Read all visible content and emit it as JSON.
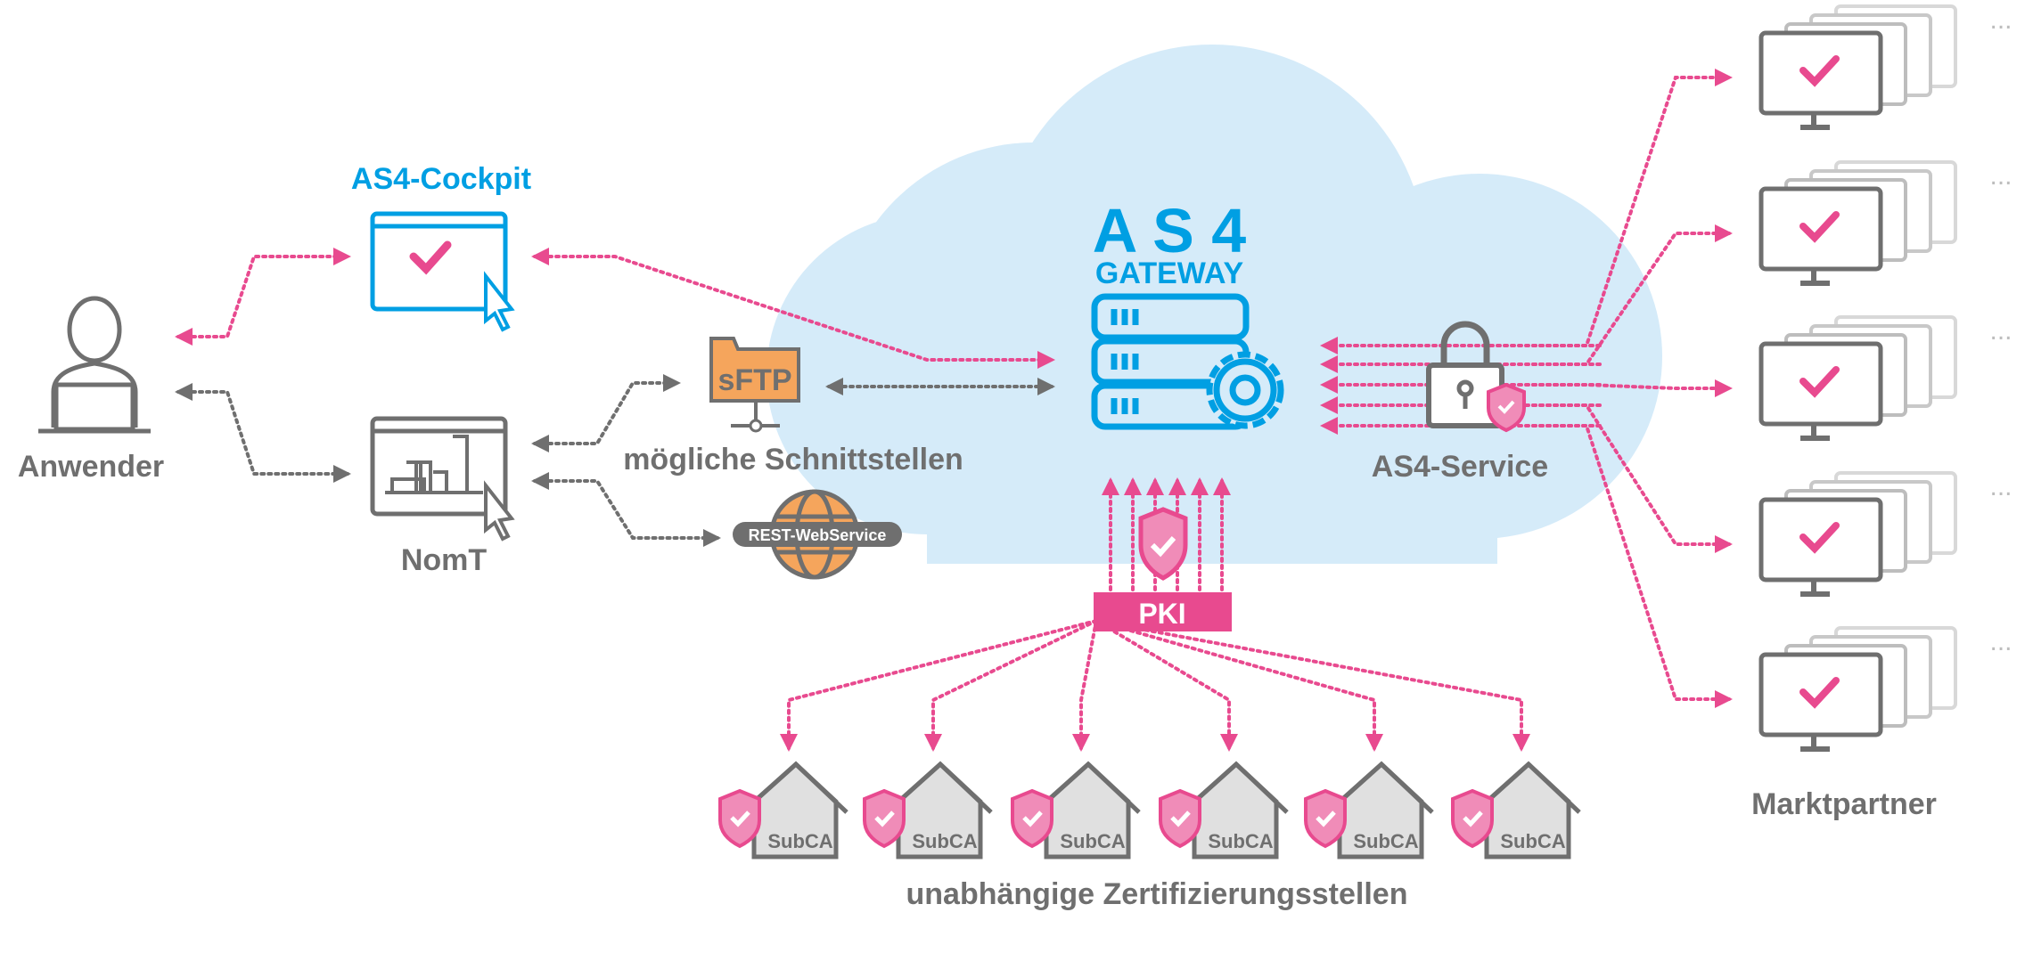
{
  "colors": {
    "blue": "#009fe3",
    "pink": "#e84a8f",
    "gray": "#6f6f6f",
    "cloud": "#d5ebf9",
    "orange": "#f5a55c",
    "shield": "#f08cb8"
  },
  "gateway": {
    "title": "A S 4",
    "subtitle": "GATEWAY",
    "icon": "server-gear-icon"
  },
  "cockpit": {
    "label": "AS4-Cockpit",
    "icon": "browser-check-icon"
  },
  "user": {
    "label": "Anwender",
    "icon": "user-laptop-icon"
  },
  "nomt": {
    "label": "NomT",
    "icon": "browser-chart-icon"
  },
  "interfaces": {
    "label": "mögliche Schnittstellen",
    "sftp": "sFTP",
    "rest": "REST-WebService"
  },
  "service": {
    "label": "AS4-Service",
    "icon": "lock-shield-icon"
  },
  "pki": {
    "label": "PKI",
    "icon": "shield-check-icon"
  },
  "subca": {
    "items": [
      "SubCA",
      "SubCA",
      "SubCA",
      "SubCA",
      "SubCA",
      "SubCA"
    ],
    "label": "unabhängige Zertifizierungsstellen"
  },
  "partners": {
    "label": "Marktpartner",
    "more": "...",
    "count": 5
  }
}
